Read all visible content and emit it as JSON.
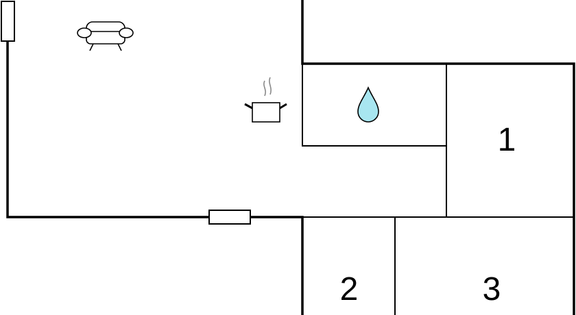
{
  "rooms": [
    {
      "id": "1",
      "label": "1"
    },
    {
      "id": "2",
      "label": "2"
    },
    {
      "id": "3",
      "label": "3"
    }
  ],
  "icons": {
    "living": "sofa-icon",
    "kitchen": "cooking-pot-icon",
    "bathroom": "water-drop-icon"
  },
  "colors": {
    "wall": "#000000",
    "water_drop": "#a8e6f0",
    "background": "#ffffff"
  }
}
